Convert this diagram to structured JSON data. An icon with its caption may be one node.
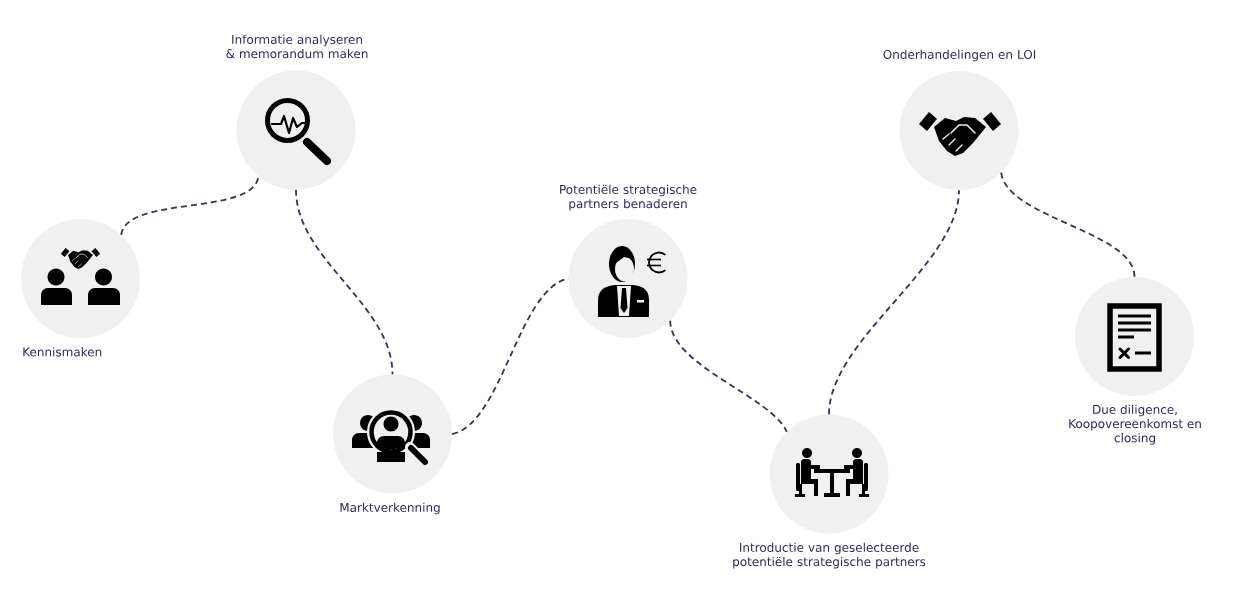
{
  "diagram": {
    "nodes": [
      {
        "text": [
          "Kennismaken"
        ]
      },
      {
        "text": [
          "Informatie analyseren & memorandum maken"
        ]
      },
      {
        "text": [
          "Marktverkenning"
        ]
      },
      {
        "text": [
          "Potentiële strategische partners benaderen"
        ]
      },
      {
        "text": [
          "Introductie van geselecteerde potentiële strategische partners"
        ]
      },
      {
        "text": [
          "Onderhandelingen en LOI"
        ]
      },
      {
        "text": [
          "Due diligence, Koopovereenkomst en closing"
        ]
      }
    ],
    "edges": [
      {
        "from": 0,
        "to": 1,
        "arrow": "none",
        "style": "dashed"
      },
      {
        "from": 1,
        "to": 2,
        "arrow": "none",
        "style": "dashed"
      },
      {
        "from": 2,
        "to": 3,
        "arrow": "none",
        "style": "dashed"
      },
      {
        "from": 3,
        "to": 4,
        "arrow": "none",
        "style": "dashed"
      },
      {
        "from": 4,
        "to": 5,
        "arrow": "none",
        "style": "dashed"
      },
      {
        "from": 5,
        "to": 6,
        "arrow": "none",
        "style": "dashed"
      }
    ]
  }
}
